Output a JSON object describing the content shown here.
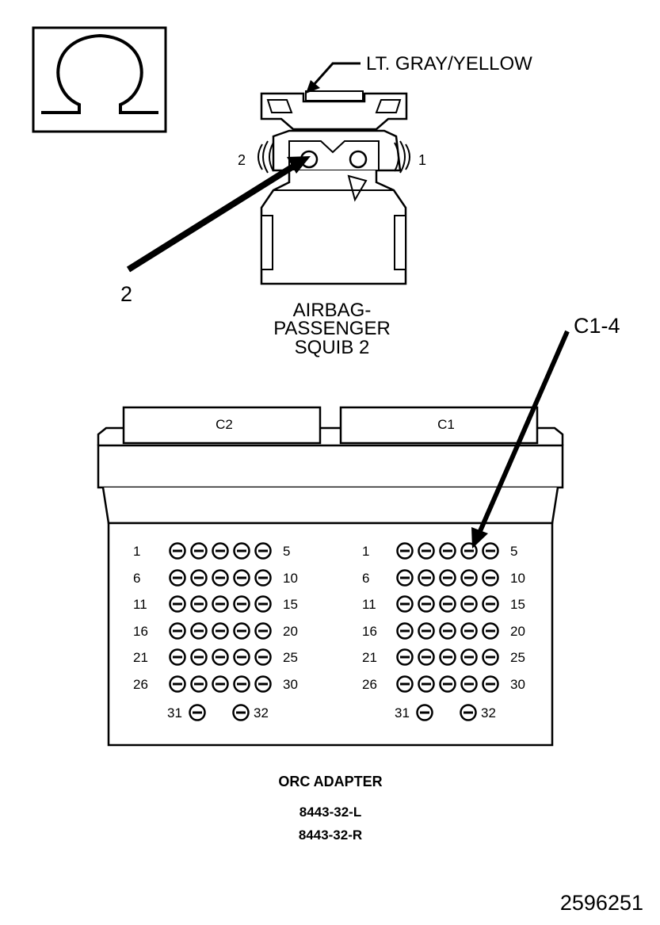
{
  "ohm_symbol": "Ω",
  "wire_color": "LT. GRAY/YELLOW",
  "squib": {
    "pin_left": "2",
    "pin_right": "1",
    "callout": "2",
    "title_lines": [
      "AIRBAG-",
      "PASSENGER",
      "SQUIB 2"
    ]
  },
  "adapter": {
    "callout": "C1-4",
    "connectors": [
      {
        "name": "C2",
        "row_labels": [
          [
            "1",
            "5"
          ],
          [
            "6",
            "10"
          ],
          [
            "11",
            "15"
          ],
          [
            "16",
            "20"
          ],
          [
            "21",
            "25"
          ],
          [
            "26",
            "30"
          ]
        ],
        "extra": [
          "31",
          "32"
        ]
      },
      {
        "name": "C1",
        "row_labels": [
          [
            "1",
            "5"
          ],
          [
            "6",
            "10"
          ],
          [
            "11",
            "15"
          ],
          [
            "16",
            "20"
          ],
          [
            "21",
            "25"
          ],
          [
            "26",
            "30"
          ]
        ],
        "extra": [
          "31",
          "32"
        ]
      }
    ],
    "title": "ORC ADAPTER",
    "part_numbers": [
      "8443-32-L",
      "8443-32-R"
    ]
  },
  "figure_number": "2596251"
}
